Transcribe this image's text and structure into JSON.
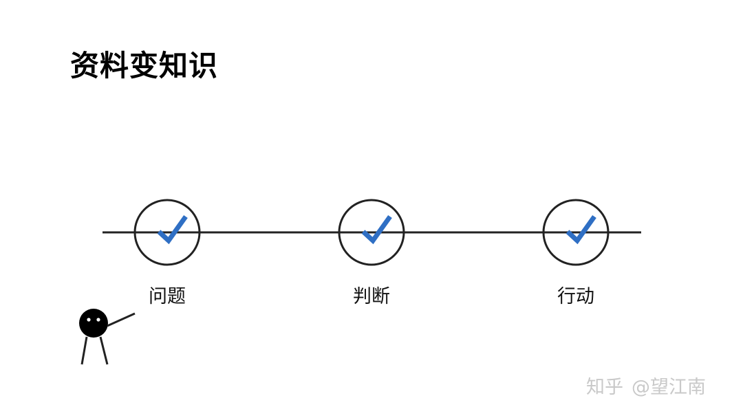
{
  "title": "资料变知识",
  "stages": [
    {
      "label": "问题",
      "completed": true,
      "icon": "checkmark-icon"
    },
    {
      "label": "判断",
      "completed": true,
      "icon": "checkmark-icon"
    },
    {
      "label": "行动",
      "completed": true,
      "icon": "checkmark-icon"
    }
  ],
  "figure": {
    "icon": "stick-figure-icon"
  },
  "watermark": {
    "platform": "知乎",
    "author": "@望江南"
  },
  "colors": {
    "line": "#222222",
    "check": "#2f6fc4",
    "text": "#000000",
    "watermark": "#c9c9c9"
  }
}
